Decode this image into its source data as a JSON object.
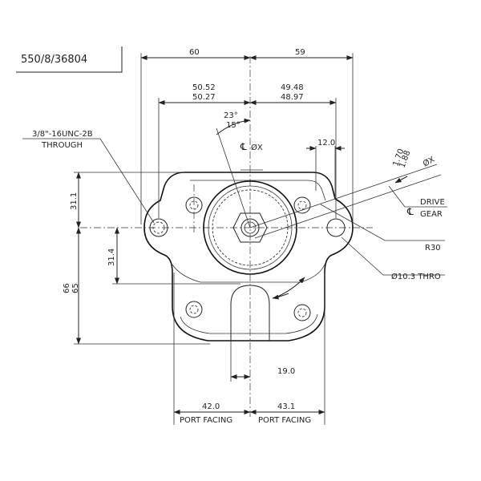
{
  "part_number": "550/8/36804",
  "dims": {
    "top_left": "60",
    "top_right": "59",
    "mid_left_hi": "50.52",
    "mid_left_lo": "50.27",
    "mid_right_hi": "49.48",
    "mid_right_lo": "48.97",
    "angle_hi": "23°",
    "angle_lo": "15°",
    "r120": "12.0",
    "diag_hi": "1.88",
    "diag_lo": "1.70",
    "left_31_1": "31.1",
    "left_31_4": "31.4",
    "left_66": "66",
    "left_65": "65",
    "bot_19": "19.0",
    "bot_42": "42.0",
    "bot_43": "43.1"
  },
  "labels": {
    "thread_1": "3/8\"-16UNC-2B",
    "thread_2": "THROUGH",
    "center_x_1": "ØX",
    "center_x_2": "ØX",
    "drive": "DRIVE",
    "gear": "GEAR",
    "radius": "R30",
    "thro": "Ø10.3  THRO",
    "port_left": "PORT FACING",
    "port_right": "PORT FACING"
  },
  "icons": {
    "centerline": "centerline-symbol"
  }
}
